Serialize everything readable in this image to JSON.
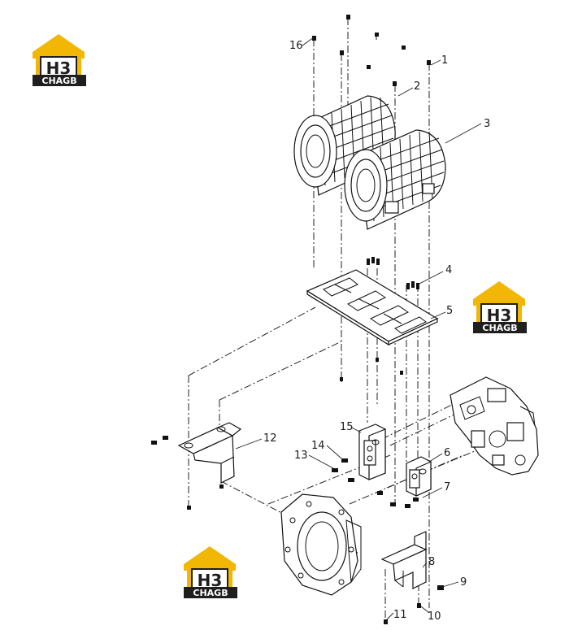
{
  "logo": {
    "mark": "H3",
    "wordmark": "CHAGB",
    "colors": {
      "roof": "#f2b705",
      "body": "#1f1f1f",
      "text": "#ffffff",
      "mark": "#1f1f1f"
    }
  },
  "callouts": [
    {
      "num": "1"
    },
    {
      "num": "2"
    },
    {
      "num": "3"
    },
    {
      "num": "4"
    },
    {
      "num": "5"
    },
    {
      "num": "6"
    },
    {
      "num": "7"
    },
    {
      "num": "8"
    },
    {
      "num": "9"
    },
    {
      "num": "10"
    },
    {
      "num": "11"
    },
    {
      "num": "12"
    },
    {
      "num": "13"
    },
    {
      "num": "14"
    },
    {
      "num": "15"
    },
    {
      "num": "16"
    }
  ]
}
